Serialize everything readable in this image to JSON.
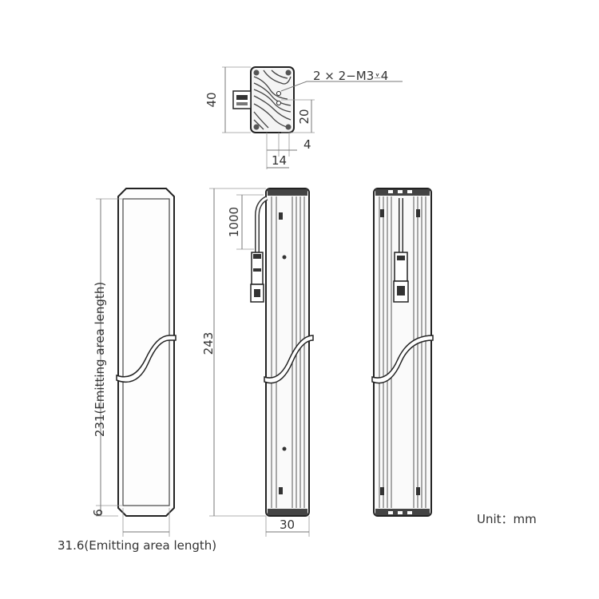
{
  "top_view": {
    "height_dim": "40",
    "hole_callout": "2 × 2−M3⩡4",
    "hole_spacing_dim": "20",
    "hole_offset_dim": "4",
    "hole_x_dim": "14"
  },
  "front_view": {
    "emitting_length_dim": "231(Emitting area length)",
    "end_margin_dim": "6",
    "emitting_width_dim": "31.6(Emitting area length)"
  },
  "side_view": {
    "cable_length_dim": "1000",
    "total_length_dim": "243",
    "width_dim": "30"
  },
  "unit_label": "Unit：mm"
}
